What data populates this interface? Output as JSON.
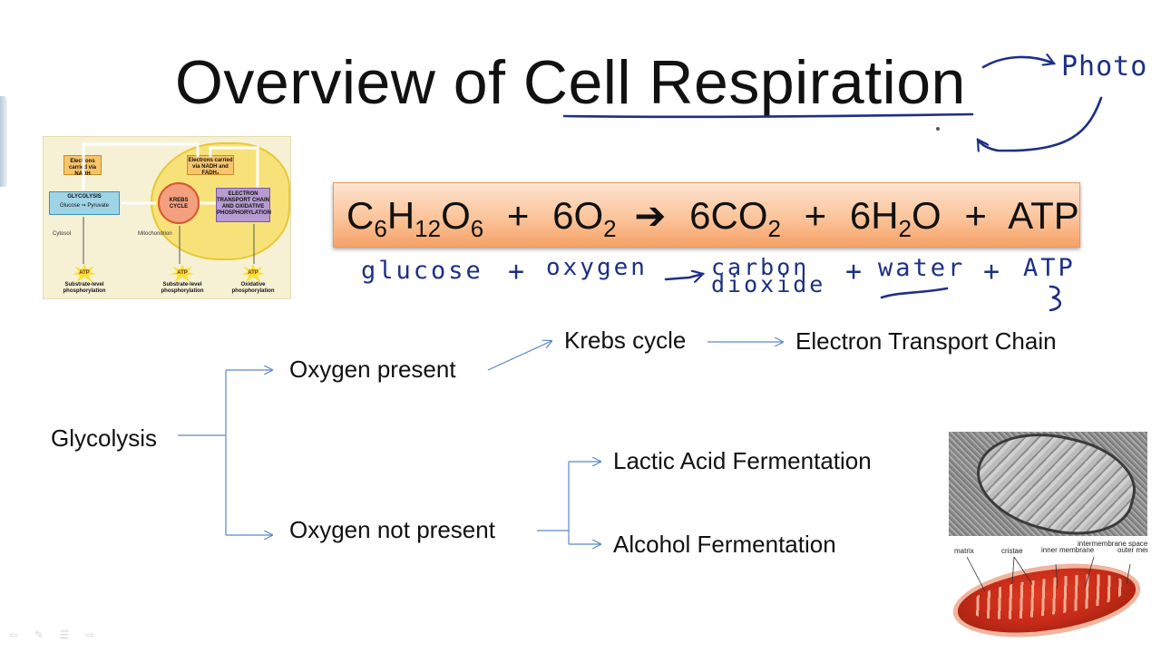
{
  "slide": {
    "title": "Overview of Cell Respiration"
  },
  "diagram": {
    "nadh_label": "Electrons carried via NADH",
    "glycolysis_label": "GLYCOLYSIS",
    "glucose_pyruvate": "Glucose ⇒ Pyruvate",
    "krebs_label": "KREBS CYCLE",
    "nadh_fadh_label": "Electrons carried via NADH and FADH₂",
    "etc_label": "ELECTRON TRANSPORT CHAIN AND OXIDATIVE PHOSPHORYLATION",
    "cytosol": "Cytosol",
    "mitochondrion": "Mitochondrion",
    "atp": "ATP",
    "substrate_1": "Substrate-level phosphorylation",
    "substrate_2": "Substrate-level phosphorylation",
    "oxidative": "Oxidative phosphorylation"
  },
  "equation": {
    "c": "C",
    "c_sub": "6",
    "h": "H",
    "h_sub": "12",
    "o": "O",
    "o_sub": "6",
    "plus1": "+",
    "o2_coef": "6O",
    "o2_sub": "2",
    "arrow": "➔",
    "co2": "6CO",
    "co2_sub": "2",
    "plus2": "+",
    "h2o_a": "6H",
    "h2o_sub": "2",
    "h2o_b": "O",
    "plus3": "+",
    "atp": "ATP"
  },
  "handwriting": {
    "glucose": "glucose",
    "plus1": "+",
    "oxygen": "oxygen",
    "carbon": "carbon",
    "dioxide": "dioxide",
    "plus2": "+",
    "water": "water",
    "plus3": "+",
    "atp": "ATP",
    "photo": "Photo"
  },
  "flow": {
    "glycolysis": "Glycolysis",
    "oxygen_present": "Oxygen present",
    "krebs_cycle": "Krebs cycle",
    "etc": "Electron Transport Chain",
    "oxygen_not_present": "Oxygen not present",
    "lactic": "Lactic Acid Fermentation",
    "alcohol": "Alcohol Fermentation"
  },
  "mitochondrion_image": {
    "matrix": "matrix",
    "cristae": "cristae",
    "inner": "inner membrane",
    "intermembrane": "intermembrane space",
    "outer": "outer membrane"
  },
  "colors": {
    "connector": "#5b87c5",
    "ink": "#1d2f86",
    "banner": "#fbc49a"
  },
  "toolbar": {
    "icons": [
      "back-arrow-icon",
      "pen-icon",
      "menu-icon",
      "forward-arrow-icon"
    ]
  }
}
